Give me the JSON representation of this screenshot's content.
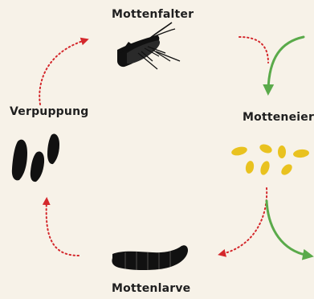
{
  "stages": {
    "moth": "Mottenfalter",
    "eggs": "Motteneier",
    "larva": "Mottenlarve",
    "pupa": "Verpuppung"
  },
  "colors": {
    "background": "#f7f2e8",
    "dotted_arrow": "#d4282c",
    "green_arrow": "#5aaa4a",
    "eggs": "#e9c21f",
    "silhouette": "#111111"
  }
}
